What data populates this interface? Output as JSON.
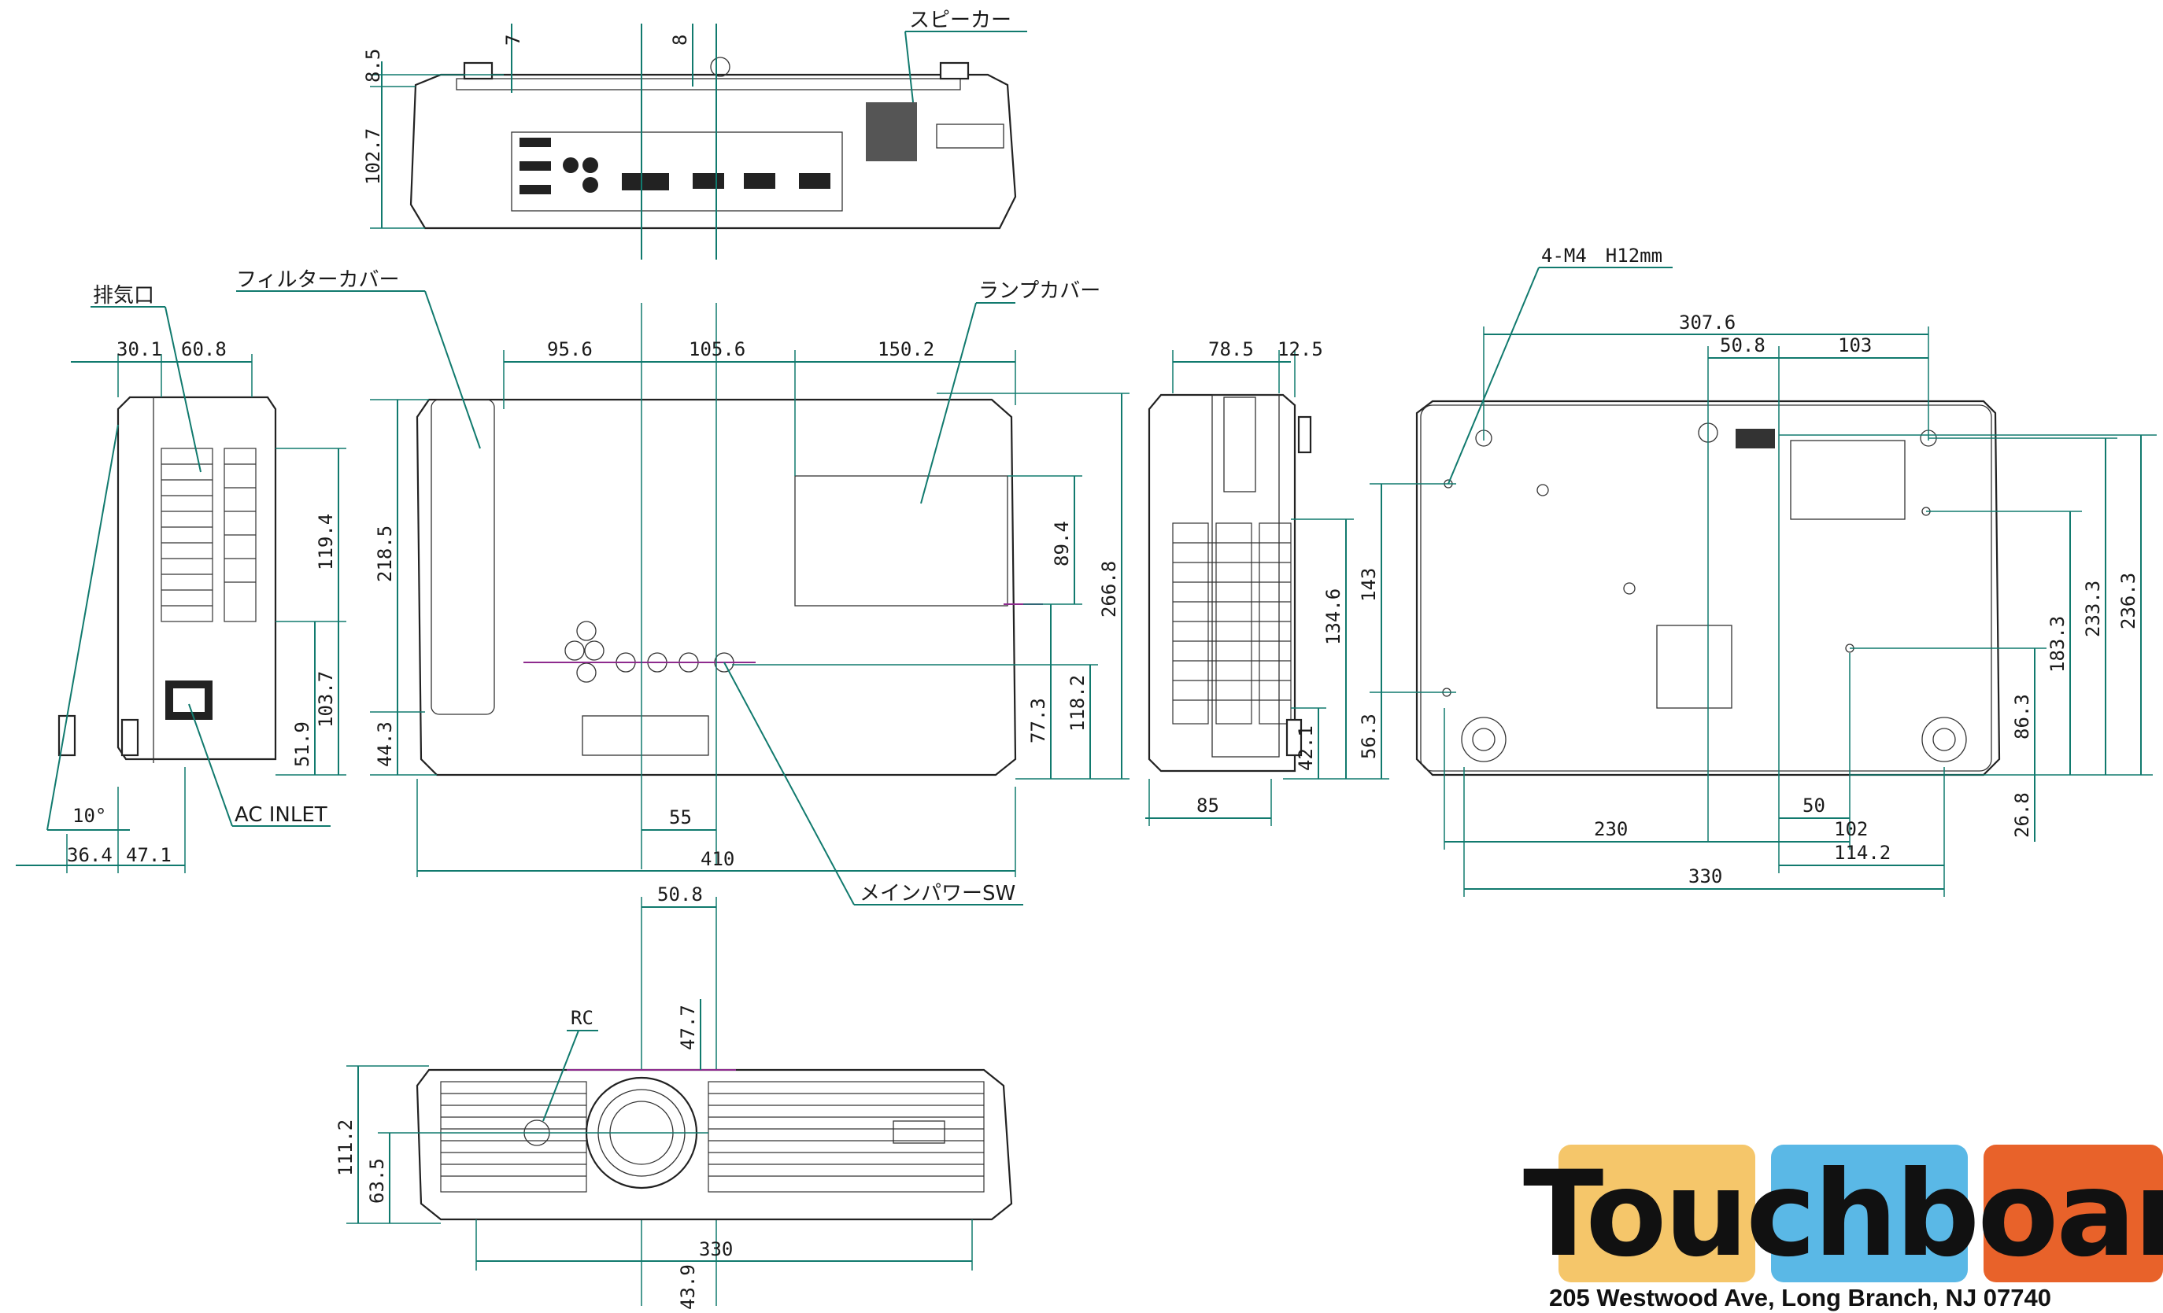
{
  "labels": {
    "speaker": "スピーカー",
    "exhaust": "排気口",
    "filter_cover": "フィルターカバー",
    "lamp_cover": "ランプカバー",
    "screw_holes": "4-M4　H12mm",
    "ac_inlet": "AC INLET",
    "main_power_sw": "メインパワーSW",
    "rc": "RC"
  },
  "dimensions": {
    "top_7": "7",
    "top_8": "8",
    "top_8_5": "8.5",
    "top_102_7": "102.7",
    "left_30_1": "30.1",
    "left_60_8": "60.8",
    "left_119_4": "119.4",
    "left_103_7": "103.7",
    "left_51_9": "51.9",
    "left_10deg": "10°",
    "left_36_4": "36.4",
    "left_47_1": "47.1",
    "front_95_6": "95.6",
    "front_105_6": "105.6",
    "front_150_2": "150.2",
    "front_218_5": "218.5",
    "front_44_3": "44.3",
    "front_89_4": "89.4",
    "front_266_8": "266.8",
    "front_118_2": "118.2",
    "front_77_3": "77.3",
    "front_55": "55",
    "front_410": "410",
    "front_50_8": "50.8",
    "right_78_5": "78.5",
    "right_12_5": "12.5",
    "right_134_6": "134.6",
    "right_143": "143",
    "right_42_1": "42.1",
    "right_56_3": "56.3",
    "right_85": "85",
    "bottom_307_6": "307.6",
    "bottom_50_8": "50.8",
    "bottom_103": "103",
    "bottom_236_3": "236.3",
    "bottom_233_3": "233.3",
    "bottom_183_3": "183.3",
    "bottom_86_3": "86.3",
    "bottom_26_8": "26.8",
    "bottom_50": "50",
    "bottom_230": "230",
    "bottom_102": "102",
    "bottom_114_2": "114.2",
    "bottom_330": "330",
    "lens_47_7": "47.7",
    "lens_111_2": "111.2",
    "lens_63_5": "63.5",
    "lens_330": "330",
    "lens_43_9": "43.9"
  },
  "logo": {
    "brand": "Touchboards",
    "address": "205 Westwood Ave, Long Branch, NJ 07740",
    "colors": [
      "#f5c66a",
      "#5ab8e6",
      "#e8622a"
    ]
  }
}
